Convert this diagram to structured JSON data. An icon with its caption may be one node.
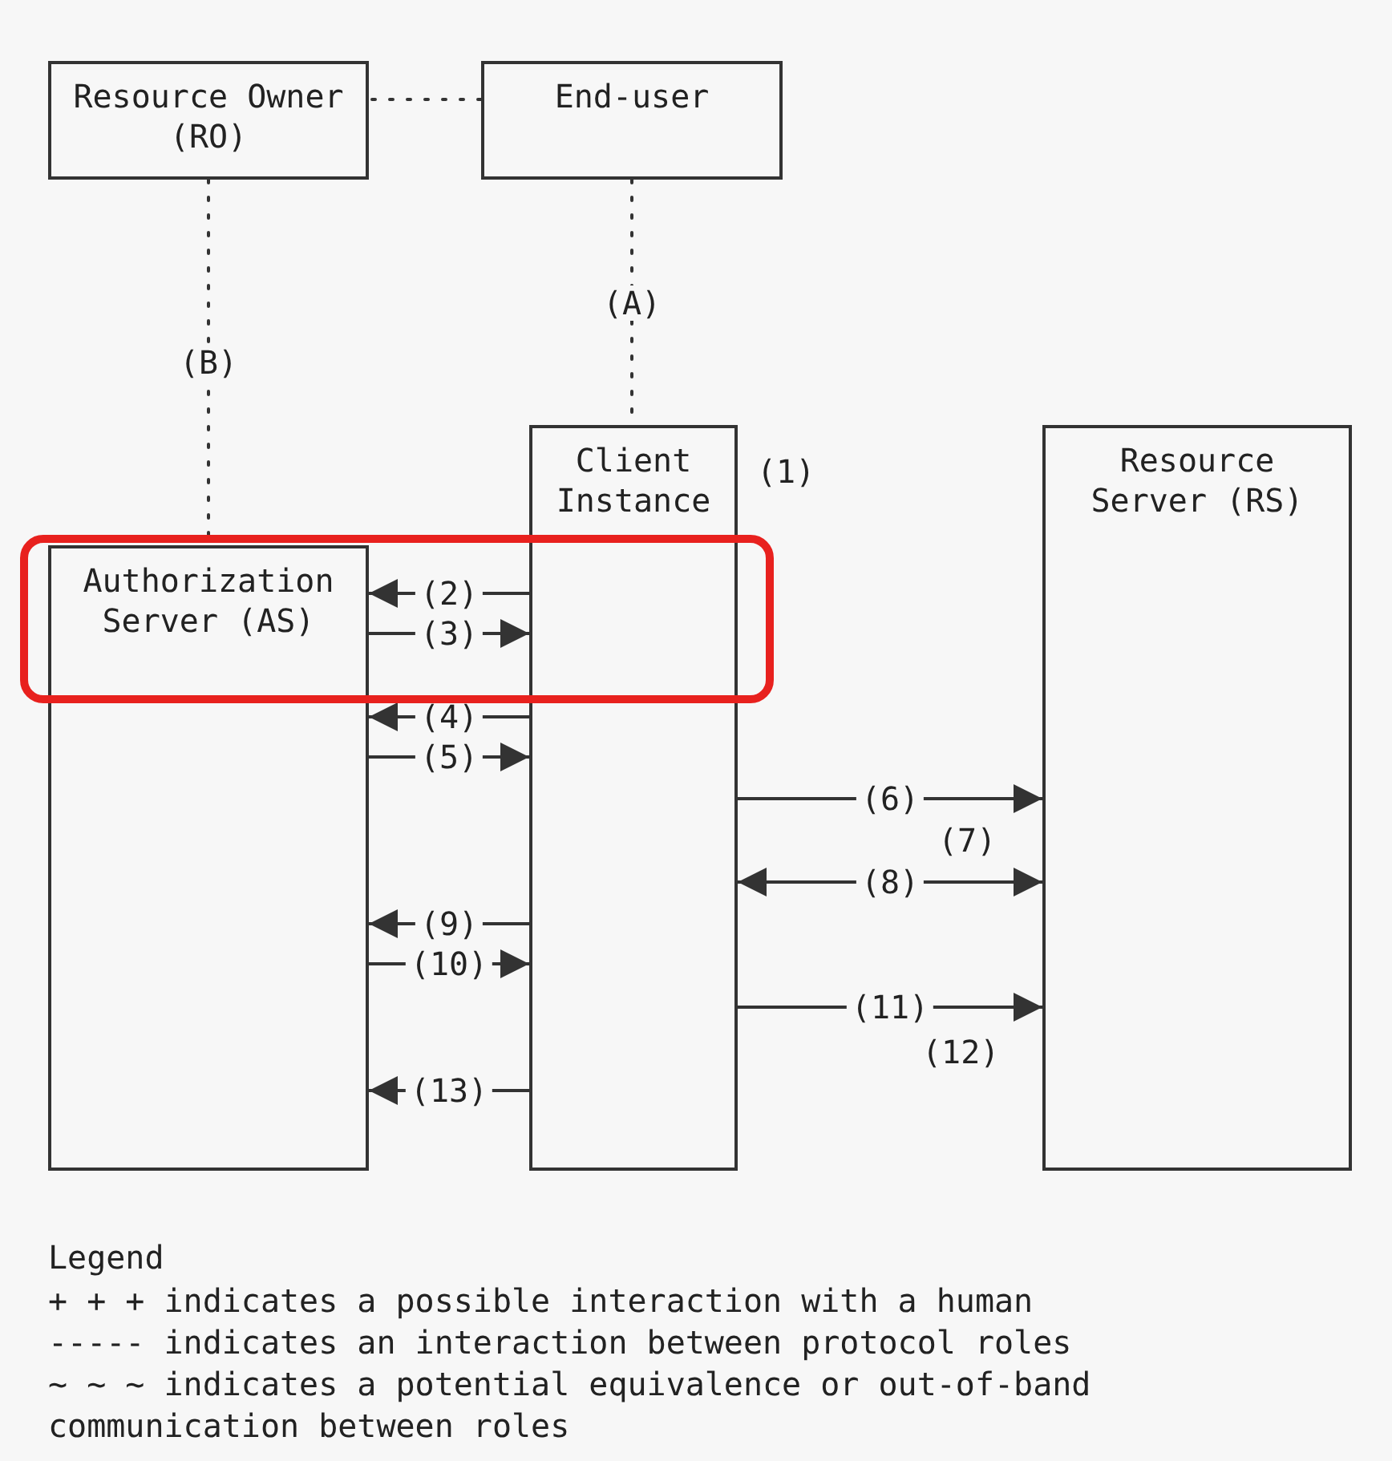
{
  "diagram": {
    "nodes": [
      {
        "text": [
          "End-user"
        ]
      },
      {
        "text": [
          "Resource Owner (RO)"
        ]
      },
      {
        "text": [
          "Client Instance"
        ],
        "beside": [
          "(1)"
        ]
      },
      {
        "text": [
          "Authorization Server (AS)"
        ]
      },
      {
        "text": [
          "Resource Server (RS)"
        ],
        "beside": [
          "(7)",
          "(12)"
        ]
      }
    ],
    "edges": [
      {
        "from": 0,
        "to": 1,
        "arrow": "none",
        "style": "dashed"
      },
      {
        "from": 0,
        "to": 2,
        "arrow": "none",
        "label": "(A)",
        "style": "dashed"
      },
      {
        "from": 1,
        "to": 3,
        "arrow": "none",
        "label": "(B)",
        "style": "dashed"
      },
      {
        "from": 2,
        "to": 3,
        "arrow": "to",
        "label": "(2)"
      },
      {
        "from": 3,
        "to": 2,
        "arrow": "to",
        "label": "(3)"
      },
      {
        "from": 2,
        "to": 3,
        "arrow": "to",
        "label": "(4)"
      },
      {
        "from": 3,
        "to": 2,
        "arrow": "to",
        "label": "(5)"
      },
      {
        "from": 2,
        "to": 4,
        "arrow": "to",
        "label": "(6)"
      },
      {
        "from": 2,
        "to": 4,
        "arrow": "both",
        "label": "(8)"
      },
      {
        "from": 2,
        "to": 3,
        "arrow": "to",
        "label": "(9)"
      },
      {
        "from": 3,
        "to": 2,
        "arrow": "to",
        "label": "(10)"
      },
      {
        "from": 2,
        "to": 4,
        "arrow": "to",
        "label": "(11)"
      },
      {
        "from": 2,
        "to": 3,
        "arrow": "to",
        "label": "(13)"
      }
    ],
    "labels": [
      "Legend"
    ],
    "legend": [
      {
        "text": "+ + + indicates a possible interaction with a human"
      },
      {
        "text": "----- indicates an interaction between protocol roles"
      },
      {
        "text": "~ ~ ~ indicates a potential equivalence or out-of-band communication between roles"
      }
    ]
  }
}
